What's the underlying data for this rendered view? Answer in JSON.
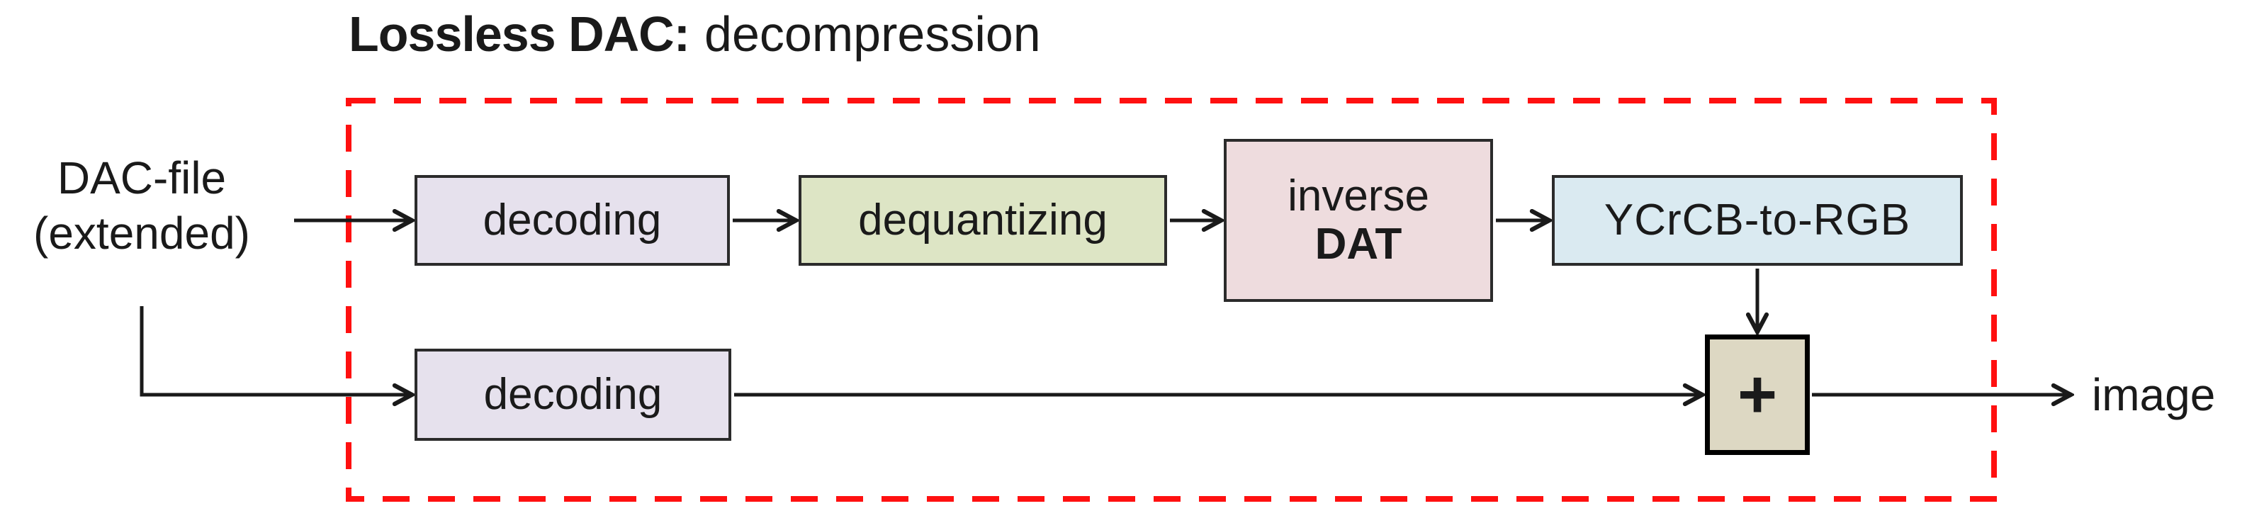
{
  "title": {
    "bold_part": "Lossless DAC:",
    "regular_part": "decompression"
  },
  "source_label": {
    "line1": "DAC-file",
    "line2": "(extended)"
  },
  "output_label": "image",
  "nodes": {
    "decoding_top": {
      "label": "decoding",
      "fill": "#e6e1ed"
    },
    "dequantizing": {
      "label": "dequantizing",
      "fill": "#dde5c5"
    },
    "inverse_dat": {
      "label_line1": "inverse",
      "label_line2": "DAT",
      "fill": "#eedcde"
    },
    "ycrcb_to_rgb": {
      "label": "YCrCB-to-RGB",
      "fill": "#daeaf1"
    },
    "decoding_bottom": {
      "label": "decoding",
      "fill": "#e6e1ed"
    },
    "adder": {
      "label": "+",
      "fill": "#ddd8c3"
    }
  },
  "colors": {
    "dashed_boundary": "#ff1010",
    "node_border": "#2b2b2b",
    "adder_border": "#000000",
    "arrow": "#1a1a1a",
    "background": "#ffffff"
  }
}
